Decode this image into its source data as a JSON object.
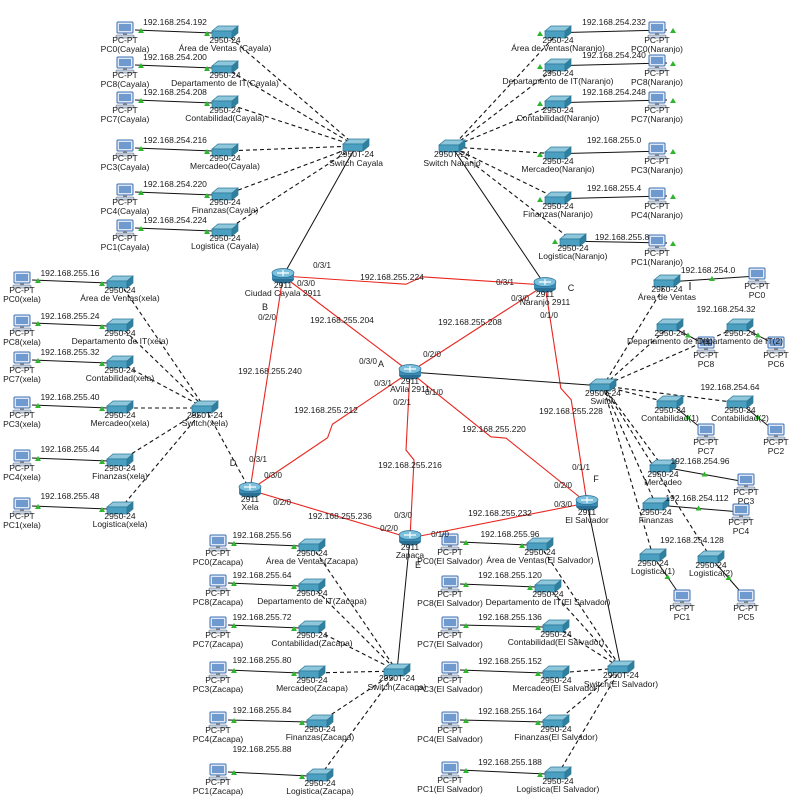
{
  "colors": {
    "serial": "#e8261f",
    "ethernet": "#111111",
    "endpoint": "#2fb62f",
    "pc": "#3b6fb6",
    "switch": "#3c8fb0",
    "router": "#2b7fa8"
  },
  "device_types": {
    "pc": "PC-PT",
    "access_switch": "2950-24",
    "core_switch": "2950T-24",
    "router": "2911"
  },
  "routers": {
    "cayala": {
      "name": "Ciudad Cayala 2911",
      "letter": "B"
    },
    "naranjo": {
      "name": "Naranjo 2911",
      "letter": "C"
    },
    "avila": {
      "name": "AVila 2911",
      "letter": "A"
    },
    "xela": {
      "name": "Xela",
      "letter": "D"
    },
    "zapaca": {
      "name": "Zapaca",
      "letter": "E"
    },
    "salvador": {
      "name": "El Salvador",
      "letter": "F"
    }
  },
  "core_switches": {
    "cayala": "Switch Cayala",
    "naranjo": "Switch Naranjo",
    "xela": "Switch(xela)",
    "zacapa": "Switch(Zacapa)",
    "salvador": "Switch(El Salvador)",
    "avila": "Switch"
  },
  "wan_links": {
    "cayala_naranjo": {
      "ip": "192.168.255.224",
      "port_a": "0/3/1",
      "port_b": "0/3/1"
    },
    "cayala_avila": {
      "ip": "192.168.255.204",
      "port_a": "0/3/0",
      "port_b": "0/3/0"
    },
    "naranjo_avila": {
      "ip": "192.168.255.208",
      "port_a": "0/3/0",
      "port_b": "0/2/0"
    },
    "cayala_xela": {
      "ip": "192.168.255.240",
      "port_a": "0/2/0",
      "port_b": "0/3/1"
    },
    "avila_xela": {
      "ip": "192.168.255.212",
      "port_a": "0/3/1",
      "port_b": "0/3/0"
    },
    "avila_zapaca": {
      "ip": "192.168.255.216",
      "port_a": "0/2/1",
      "port_b": "0/3/0"
    },
    "avila_salvador": {
      "ip": "192.168.255.220",
      "port_a": "0/1/0",
      "port_b": "0/2/0"
    },
    "naranjo_salvador": {
      "ip": "192.168.255.228",
      "port_a": "0/1/0",
      "port_b": "0/1/1"
    },
    "xela_zapaca": {
      "ip": "192.168.255.236",
      "port_a": "0/2/0",
      "port_b": "0/2/0"
    },
    "zapaca_salvador": {
      "ip": "192.168.255.232",
      "port_a": "0/1/0",
      "port_b": "0/3/0"
    }
  },
  "sites": {
    "cayala": [
      {
        "pc": "PC0(Cayala)",
        "sw": "Área de Ventas (Cayala)",
        "ip": "192.168.254.192"
      },
      {
        "pc": "PC8(Cayala)",
        "sw": "Departamento de IT(Cayala)",
        "ip": "192.168.254.200"
      },
      {
        "pc": "PC7(Cayala)",
        "sw": "Contabilidad(Cayala)",
        "ip": "192.168.254.208"
      },
      {
        "pc": "PC3(Cayala)",
        "sw": "Mercadeo(Cayala)",
        "ip": "192.168.254.216"
      },
      {
        "pc": "PC4(Cayala)",
        "sw": "Finanzas(Cayala)",
        "ip": "192.168.254.220"
      },
      {
        "pc": "PC1(Cayala)",
        "sw": "Logistica (Cayala)",
        "ip": "192.168.254.224"
      }
    ],
    "naranjo": [
      {
        "pc": "PC0(Naranjo)",
        "sw": "Área de Ventas(Naranjo)",
        "ip": "192.168.254.232"
      },
      {
        "pc": "PC8(Naranjo)",
        "sw": "Departamento de IT(Naranjo)",
        "ip": "192.168.254.240"
      },
      {
        "pc": "PC7(Naranjo)",
        "sw": "Contabilidad(Naranjo)",
        "ip": "192.168.254.248"
      },
      {
        "pc": "PC3(Naranjo)",
        "sw": "Mercadeo(Naranjo)",
        "ip": "192.168.255.0"
      },
      {
        "pc": "PC4(Naranjo)",
        "sw": "Finanzas(Naranjo)",
        "ip": "192.168.255.4"
      },
      {
        "pc": "PC1(Naranjo)",
        "sw": "Logistica(Naranjo)",
        "ip": "192.168.255.8"
      }
    ],
    "xela": [
      {
        "pc": "PC0(xela)",
        "sw": "Área de Ventas(xela)",
        "ip": "192.168.255.16"
      },
      {
        "pc": "PC8(xela)",
        "sw": "Departamento de IT(xela)",
        "ip": "192.168.255.24"
      },
      {
        "pc": "PC7(xela)",
        "sw": "Contabilidad(xela)",
        "ip": "192.168.255.32"
      },
      {
        "pc": "PC3(xela)",
        "sw": "Mercadeo(xela)",
        "ip": "192.168.255.40"
      },
      {
        "pc": "PC4(xela)",
        "sw": "Finanzas(xela)",
        "ip": "192.168.255.44"
      },
      {
        "pc": "PC1(xela)",
        "sw": "Logistica(xela)",
        "ip": "192.168.255.48"
      }
    ],
    "zacapa": [
      {
        "pc": "PC0(Zacapa)",
        "sw": "Área de Ventas(Zacapa)",
        "ip": "192.168.255.56"
      },
      {
        "pc": "PC8(Zacapa)",
        "sw": "Departamento de IT(Zacapa)",
        "ip": "192.168.255.64"
      },
      {
        "pc": "PC7(Zacapa)",
        "sw": "Contabilidad(Zacapa)",
        "ip": "192.168.255.72"
      },
      {
        "pc": "PC3(Zacapa)",
        "sw": "Mercadeo(Zacapa)",
        "ip": "192.168.255.80"
      },
      {
        "pc": "PC4(Zacapa)",
        "sw": "Finanzas(Zacapa)",
        "ip": "192.168.255.84"
      },
      {
        "pc": "PC1(Zacapa)",
        "sw": "Logistica(Zacapa)",
        "ip": "192.168.255.88"
      }
    ],
    "salvador": [
      {
        "pc": "PC0(El Salvador)",
        "sw": "Área de Ventas(El Salvador)",
        "ip": "192.168.255.96"
      },
      {
        "pc": "PC8(El Salvador)",
        "sw": "Departamento de IT(El Salvador)",
        "ip": "192.168.255.120"
      },
      {
        "pc": "PC7(El Salvador)",
        "sw": "Contabilidad(El Salvador)",
        "ip": "192.168.255.136"
      },
      {
        "pc": "PC3(El Salvador)",
        "sw": "Mercadeo(El Salvador)",
        "ip": "192.168.255.152"
      },
      {
        "pc": "PC4(El Salvador)",
        "sw": "Finanzas(El Salvador)",
        "ip": "192.168.255.164"
      },
      {
        "pc": "PC1(El Salvador)",
        "sw": "Logistica(El Salvador)",
        "ip": "192.168.255.188"
      }
    ],
    "avila": [
      {
        "pc": "PC0",
        "sw": "Área de Ventas",
        "ip": "192.168.254.0"
      },
      {
        "pc": "PC8",
        "sw": "Departamento de IT(1)",
        "ip": ""
      },
      {
        "pc": "PC6",
        "sw": "Departamento de IT(2)",
        "ip": "192.168.254.32"
      },
      {
        "pc": "PC7",
        "sw": "Contabilidad(1)",
        "ip": ""
      },
      {
        "pc": "PC2",
        "sw": "Contabilidad(2)",
        "ip": "192.168.254.64"
      },
      {
        "pc": "PC3",
        "sw": "Mercadeo",
        "ip": "192.168.254.96"
      },
      {
        "pc": "PC4",
        "sw": "Finanzas",
        "ip": "192.168.254.112"
      },
      {
        "pc": "PC1",
        "sw": "Logistica(1)",
        "ip": "192.168.254.128"
      },
      {
        "pc": "PC5",
        "sw": "Logistica(2)",
        "ip": ""
      }
    ]
  }
}
